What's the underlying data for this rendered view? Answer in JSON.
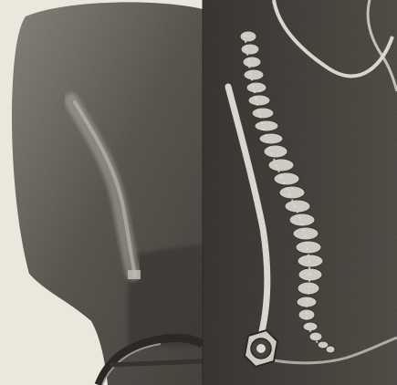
{
  "image": {
    "subject": "",
    "panels": [
      {
        "id": "left",
        "kind": "photograph"
      },
      {
        "id": "right",
        "kind": "illustration"
      }
    ],
    "colors": {
      "paper": "#ebe7dd",
      "ink_dark": "#3a3733",
      "ink_mid": "#6a655f",
      "ink_light": "#a8a39a",
      "highlight": "#f2efe8"
    }
  }
}
